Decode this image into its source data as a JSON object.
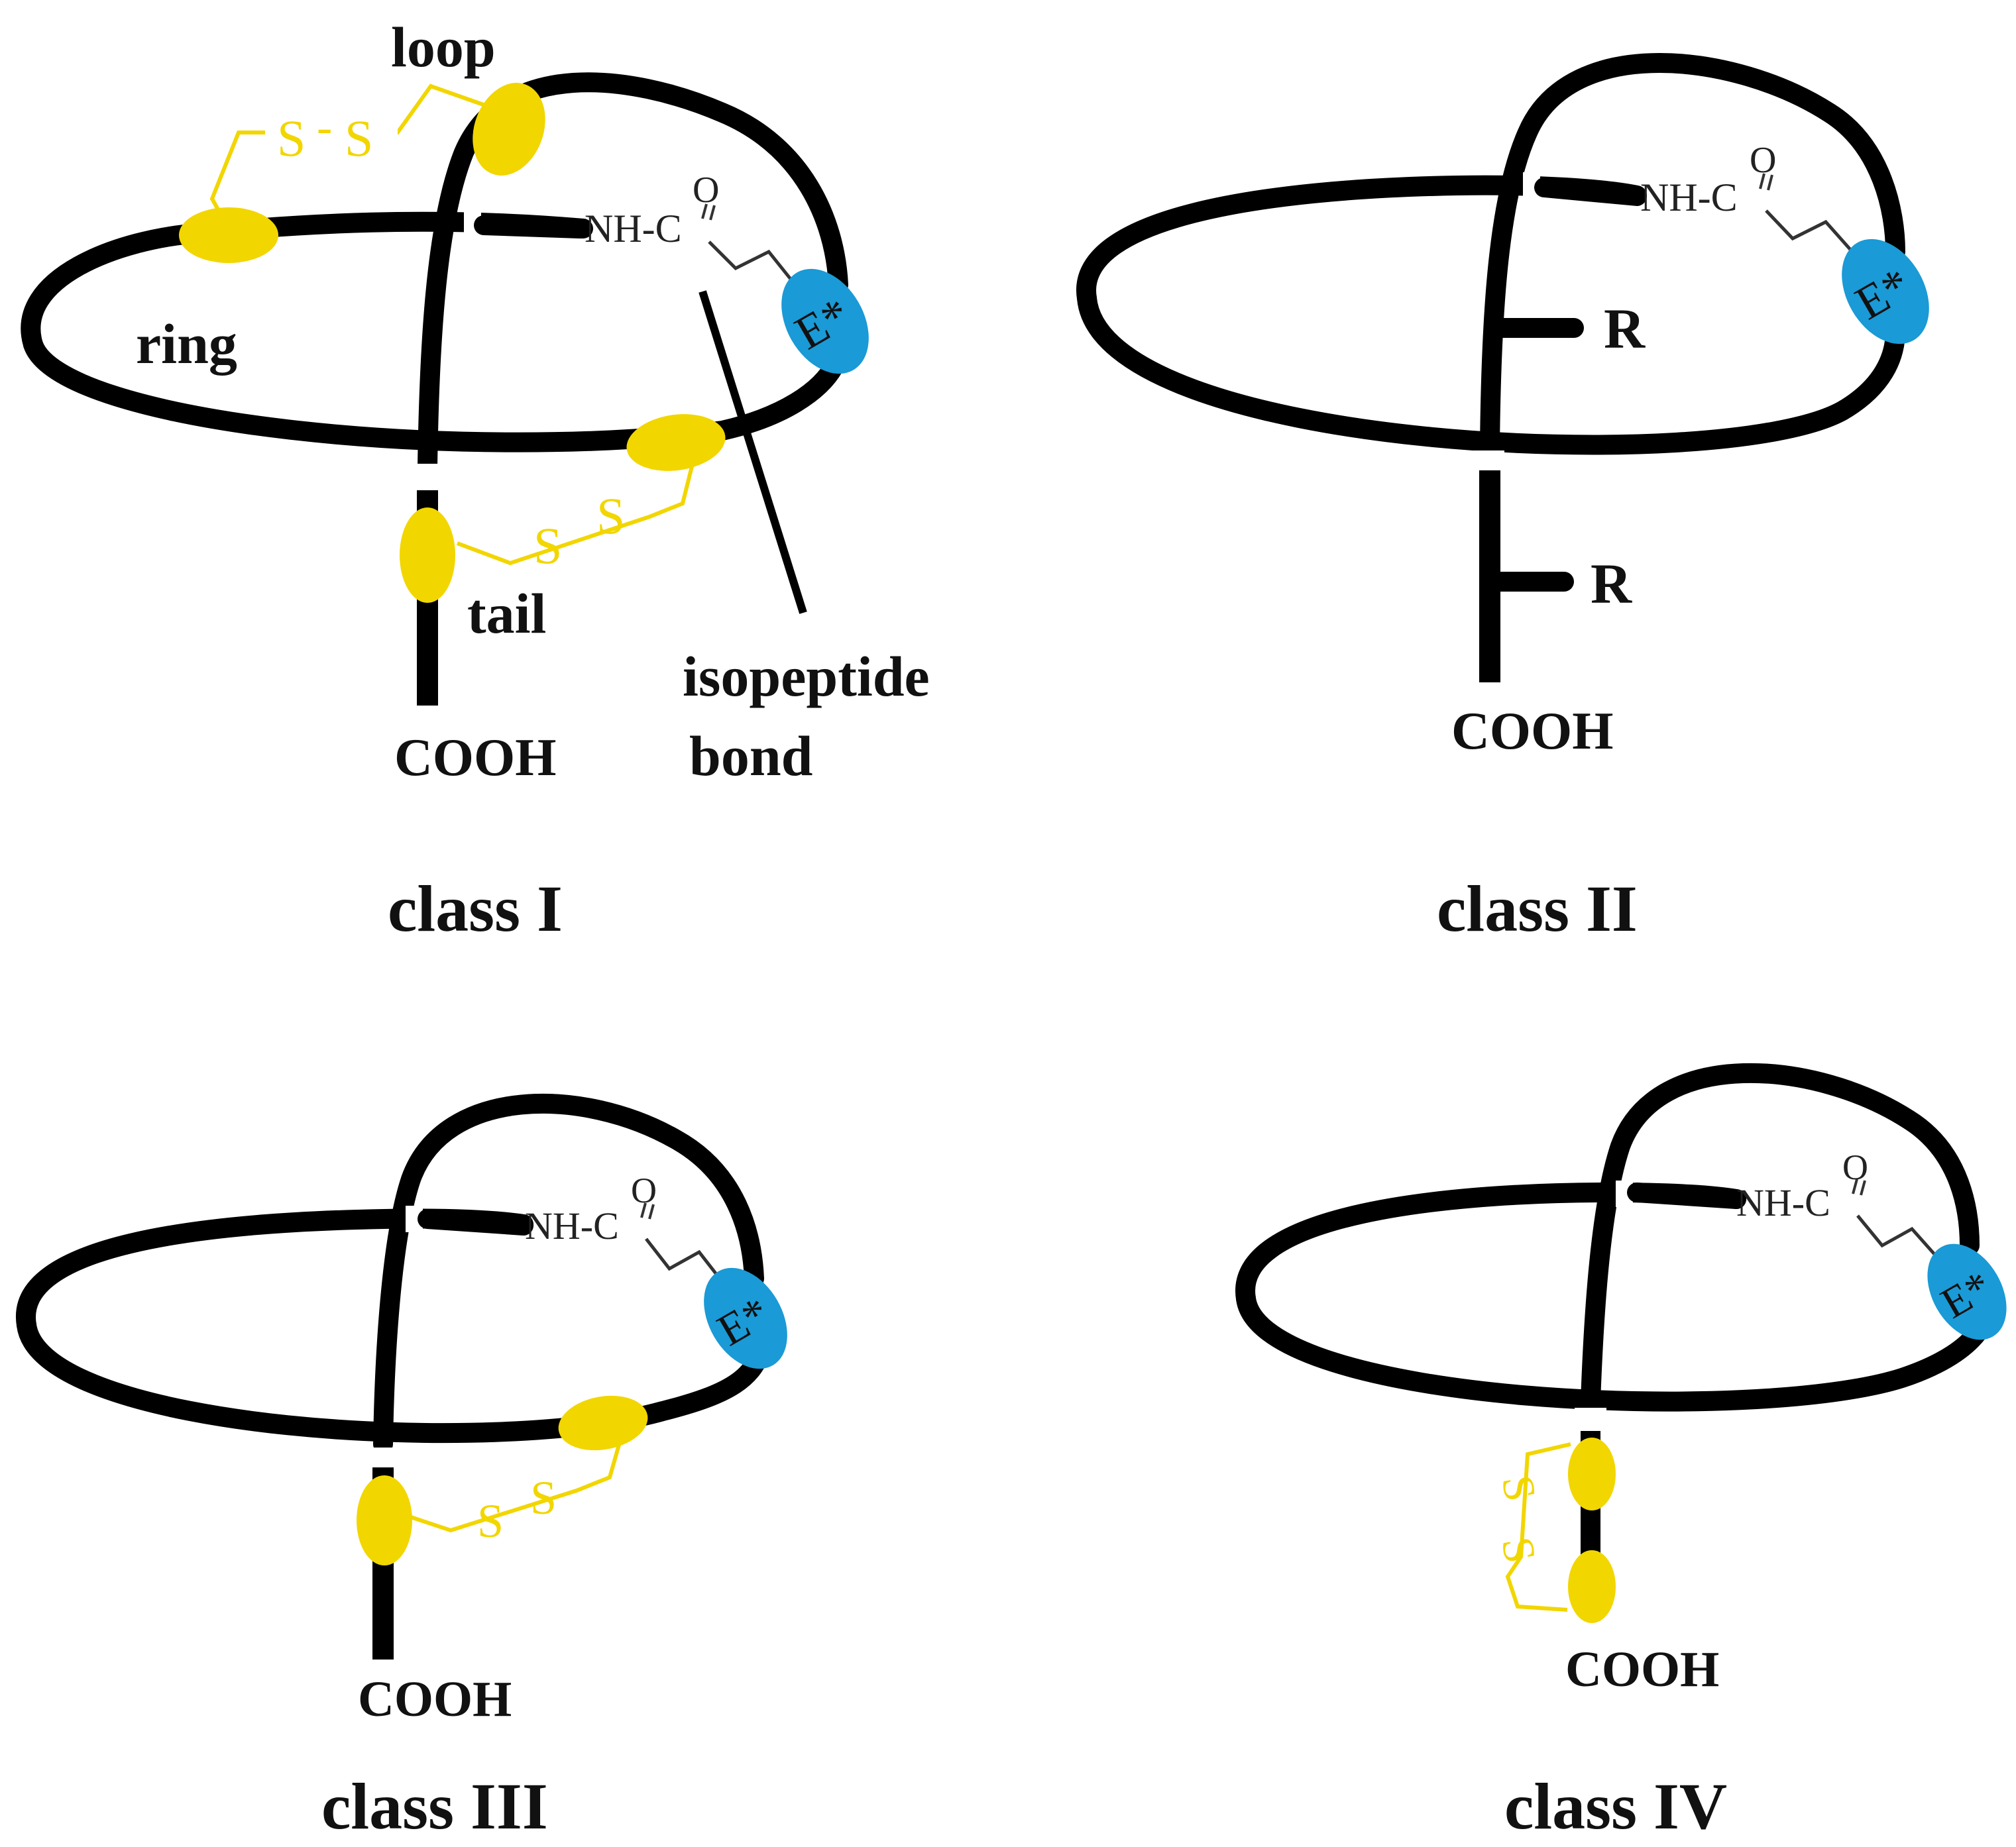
{
  "colors": {
    "backbone": "#000000",
    "cysteine": "#f2d600",
    "disulfide": "#f2d600",
    "glutamate": "#1a9ad6",
    "text": "#111111"
  },
  "panels": {
    "class1": {
      "title": "class I",
      "labels": {
        "loop": "loop",
        "ring": "ring",
        "tail": "tail",
        "cooh": "COOH",
        "bond_line1": "isopeptide",
        "bond_line2": "bond"
      },
      "chem": {
        "nh": "NH-C",
        "o": "O"
      },
      "residue": "E*",
      "ss1_a": "S",
      "ss1_b": "S",
      "ss2_a": "S",
      "ss2_b": "S"
    },
    "class2": {
      "title": "class II",
      "labels": {
        "r1": "R",
        "r2": "R",
        "cooh": "COOH"
      },
      "chem": {
        "nh": "NH-C",
        "o": "O"
      },
      "residue": "E*"
    },
    "class3": {
      "title": "class  III",
      "labels": {
        "cooh": "COOH"
      },
      "chem": {
        "nh": "NH-C",
        "o": "O"
      },
      "residue": "E*",
      "ss_a": "S",
      "ss_b": "S"
    },
    "class4": {
      "title": "class  IV",
      "labels": {
        "cooh": "COOH"
      },
      "chem": {
        "nh": "NH-C",
        "o": "O"
      },
      "residue": "E*",
      "ss_a": "S",
      "ss_b": "S"
    }
  }
}
